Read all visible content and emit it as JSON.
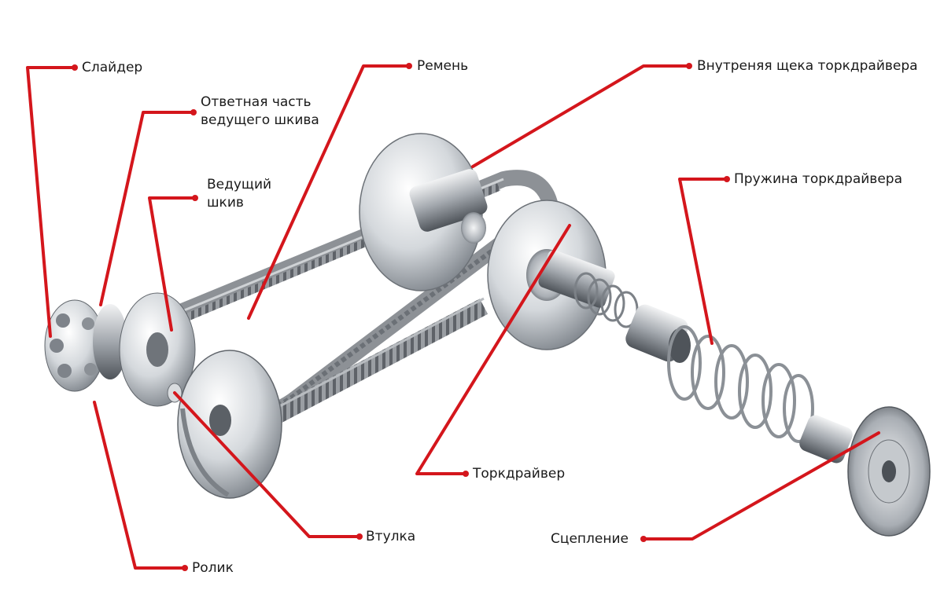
{
  "labels": {
    "slider": "Слайдер",
    "counter_part": "Ответная часть\nведущего шкива",
    "drive_pulley": "Ведущий\nшкив",
    "belt": "Ремень",
    "inner_cheek": "Внутреняя щека торкдрайвера",
    "spring": "Пружина торкдрайвера",
    "torque_driver": "Торкдрайвер",
    "bushing": "Втулка",
    "clutch": "Сцепление",
    "roller": "Ролик"
  },
  "colors": {
    "leader": "#d4161c",
    "metal_light": "#eef0f2",
    "metal_mid": "#b9bec4",
    "metal_dark": "#5f656c",
    "belt": "#8a8e93"
  }
}
